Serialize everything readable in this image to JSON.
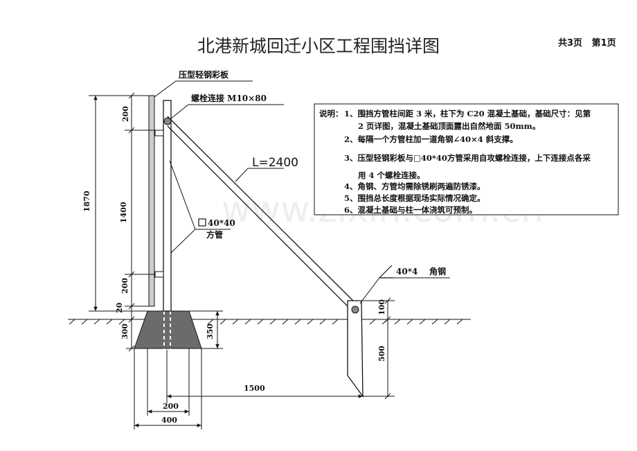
{
  "header": {
    "title": "北港新城回迁小区工程围挡详图",
    "page_info": "共3页   第1页"
  },
  "labels": {
    "panel": "压型轻钢彩板",
    "bolt": "螺栓连接 M10×80",
    "brace_length": "L=2400",
    "tube_size": "40*40",
    "tube_name": "方管",
    "angle_size": "40*4",
    "angle_name": "角钢"
  },
  "dimensions": {
    "total_height": "1870",
    "top_segment": "200",
    "mid_segment": "1400",
    "bottom_segment": "200",
    "gap_above_ground": "20",
    "foundation_depth": "300",
    "post_embed": "350",
    "anchor_above": "100",
    "anchor_depth": "500",
    "brace_span": "1500",
    "foundation_top_width": "200",
    "foundation_bottom_width": "400"
  },
  "notes": {
    "heading": "说明：",
    "lines": [
      "1、围挡方管柱间距 3 米，柱下为 C20 混凝土基础，基础尺寸：见第",
      "2 页详图，混凝土基础顶面露出自然地面 50mm。",
      "2、每隔一个方管柱加一道角钢∠40×4 斜支撑。",
      "3、压型轻钢彩板与□40*40方管采用自攻螺栓连接，上下连接点各采",
      "用 4 个螺栓连接。",
      "4、角钢、方管均需除锈刷两遍防锈漆。",
      "5、围挡总长度根据现场实际情况确定。",
      "6、混凝土基础与柱一体浇筑可预制。"
    ]
  },
  "watermark": "www.zixin.com.cn",
  "colors": {
    "line": "#111111",
    "panel_fill": "#cccccc",
    "concrete_fill": "#6b6b6b",
    "note_border": "#111111"
  }
}
